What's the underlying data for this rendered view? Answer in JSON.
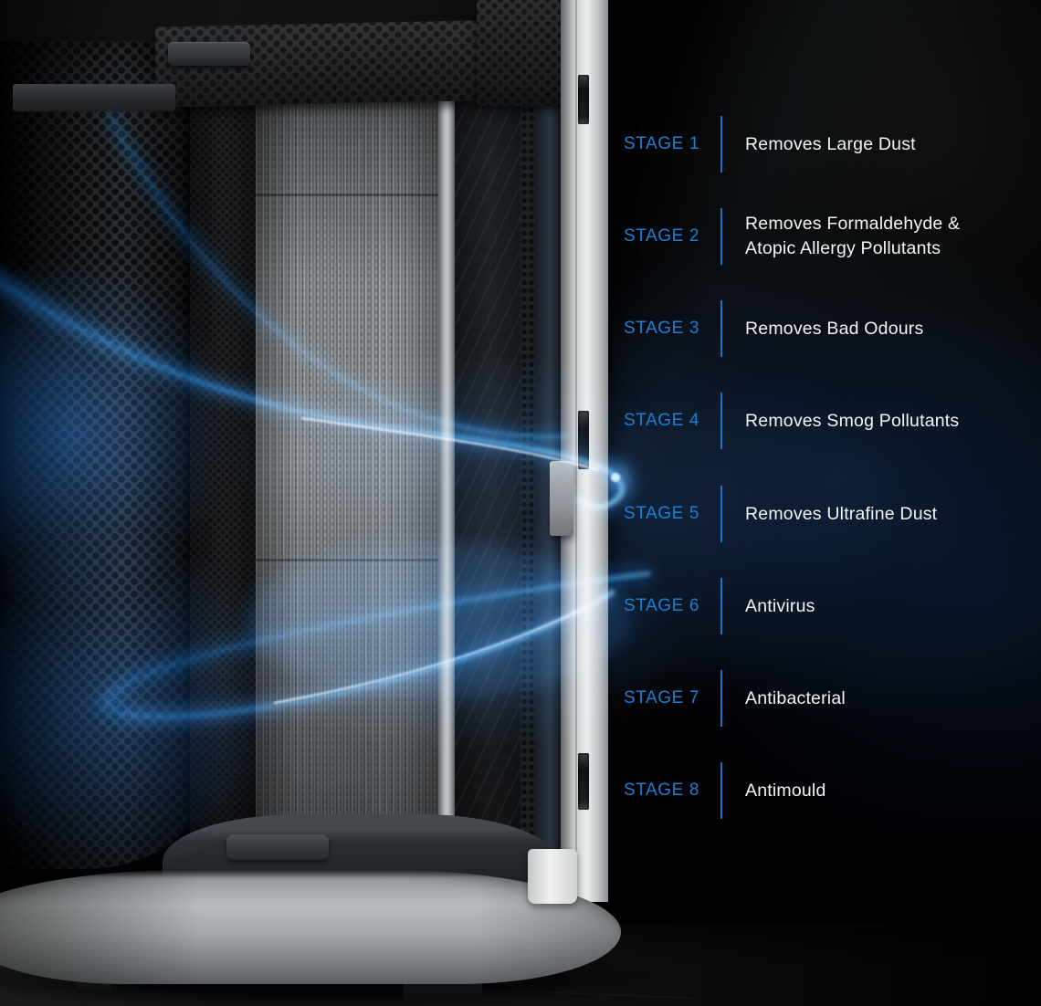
{
  "theme": {
    "accent_blue": "#1b7fd2",
    "divider_blue": "#1a74c2",
    "text_white": "#f3f5f6",
    "background_black": "#000000",
    "beam_blue": "#2f8ee2"
  },
  "stages": [
    {
      "label": "STAGE 1",
      "lines": [
        "Removes Large Dust"
      ]
    },
    {
      "label": "STAGE 2",
      "lines": [
        "Removes Formaldehyde &",
        "Atopic Allergy Pollutants"
      ]
    },
    {
      "label": "STAGE 3",
      "lines": [
        "Removes Bad Odours"
      ]
    },
    {
      "label": "STAGE 4",
      "lines": [
        "Removes Smog Pollutants"
      ]
    },
    {
      "label": "STAGE 5",
      "lines": [
        "Removes Ultrafine Dust"
      ]
    },
    {
      "label": "STAGE 6",
      "lines": [
        "Antivirus"
      ]
    },
    {
      "label": "STAGE 7",
      "lines": [
        "Antibacterial"
      ]
    },
    {
      "label": "STAGE 8",
      "lines": [
        "Antimould"
      ]
    }
  ]
}
